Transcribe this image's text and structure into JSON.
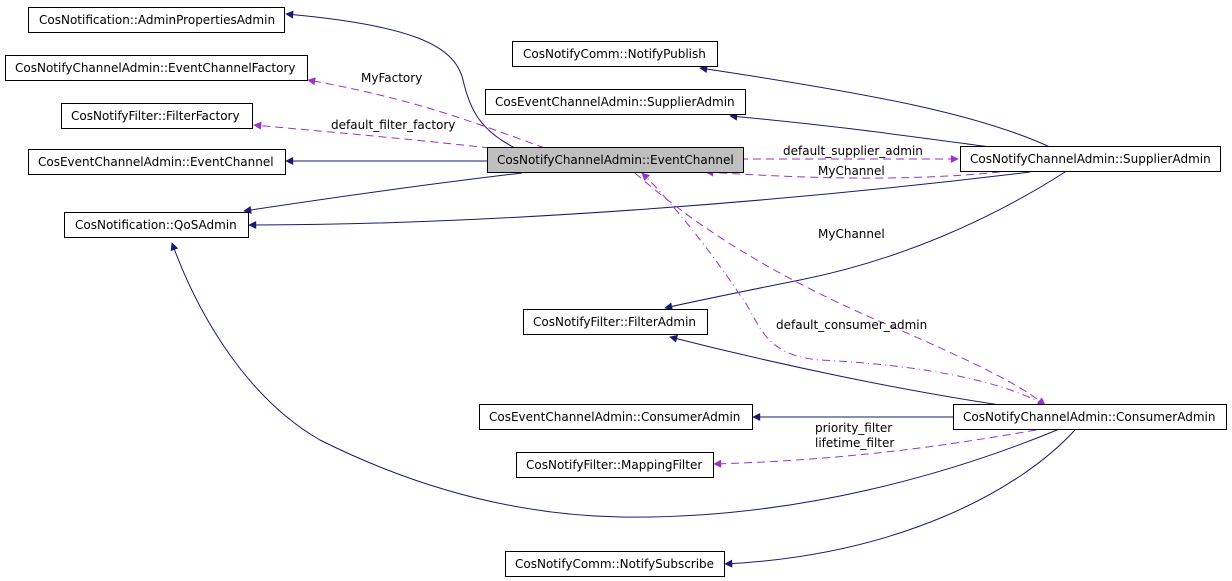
{
  "diagram": {
    "type": "collaboration-graph",
    "colors": {
      "inheritance_edge": "#191970",
      "usage_edge": "#9a32cd",
      "focus_node_fill": "#bfbfbf",
      "node_fill": "#ffffff"
    },
    "nodes": {
      "admin_properties_admin": "CosNotification::AdminPropertiesAdmin",
      "event_channel_factory": "CosNotifyChannelAdmin::EventChannelFactory",
      "filter_factory": "CosNotifyFilter::FilterFactory",
      "cos_event_channel": "CosEventChannelAdmin::EventChannel",
      "qos_admin": "CosNotification::QoSAdmin",
      "notify_publish": "CosNotifyComm::NotifyPublish",
      "cos_supplier_admin": "CosEventChannelAdmin::SupplierAdmin",
      "event_channel": "CosNotifyChannelAdmin::EventChannel",
      "supplier_admin": "CosNotifyChannelAdmin::SupplierAdmin",
      "filter_admin": "CosNotifyFilter::FilterAdmin",
      "cos_consumer_admin": "CosEventChannelAdmin::ConsumerAdmin",
      "consumer_admin": "CosNotifyChannelAdmin::ConsumerAdmin",
      "mapping_filter": "CosNotifyFilter::MappingFilter",
      "notify_subscribe": "CosNotifyComm::NotifySubscribe"
    },
    "edge_labels": {
      "my_factory": "MyFactory",
      "default_filter_factory": "default_filter_factory",
      "default_supplier_admin": "default_supplier_admin",
      "my_channel_supplier": "MyChannel",
      "my_channel_consumer": "MyChannel",
      "default_consumer_admin": "default_consumer_admin",
      "priority_filter": "priority_filter",
      "lifetime_filter": "lifetime_filter"
    },
    "edges": [
      {
        "from": "event_channel",
        "to": "admin_properties_admin",
        "kind": "inheritance"
      },
      {
        "from": "event_channel",
        "to": "event_channel_factory",
        "kind": "usage",
        "label": "MyFactory"
      },
      {
        "from": "event_channel",
        "to": "filter_factory",
        "kind": "usage",
        "label": "default_filter_factory"
      },
      {
        "from": "event_channel",
        "to": "cos_event_channel",
        "kind": "inheritance"
      },
      {
        "from": "event_channel",
        "to": "qos_admin",
        "kind": "inheritance"
      },
      {
        "from": "supplier_admin",
        "to": "notify_publish",
        "kind": "inheritance"
      },
      {
        "from": "supplier_admin",
        "to": "cos_supplier_admin",
        "kind": "inheritance"
      },
      {
        "from": "event_channel",
        "to": "supplier_admin",
        "kind": "usage",
        "label": "default_supplier_admin"
      },
      {
        "from": "supplier_admin",
        "to": "event_channel",
        "kind": "usage",
        "label": "MyChannel"
      },
      {
        "from": "supplier_admin",
        "to": "qos_admin",
        "kind": "inheritance"
      },
      {
        "from": "supplier_admin",
        "to": "filter_admin",
        "kind": "inheritance"
      },
      {
        "from": "consumer_admin",
        "to": "event_channel",
        "kind": "usage",
        "label": "MyChannel"
      },
      {
        "from": "event_channel",
        "to": "consumer_admin",
        "kind": "usage",
        "label": "default_consumer_admin"
      },
      {
        "from": "consumer_admin",
        "to": "filter_admin",
        "kind": "inheritance"
      },
      {
        "from": "consumer_admin",
        "to": "cos_consumer_admin",
        "kind": "inheritance"
      },
      {
        "from": "consumer_admin",
        "to": "mapping_filter",
        "kind": "usage",
        "label": "priority_filter / lifetime_filter"
      },
      {
        "from": "consumer_admin",
        "to": "qos_admin",
        "kind": "inheritance"
      },
      {
        "from": "consumer_admin",
        "to": "notify_subscribe",
        "kind": "inheritance"
      }
    ]
  }
}
